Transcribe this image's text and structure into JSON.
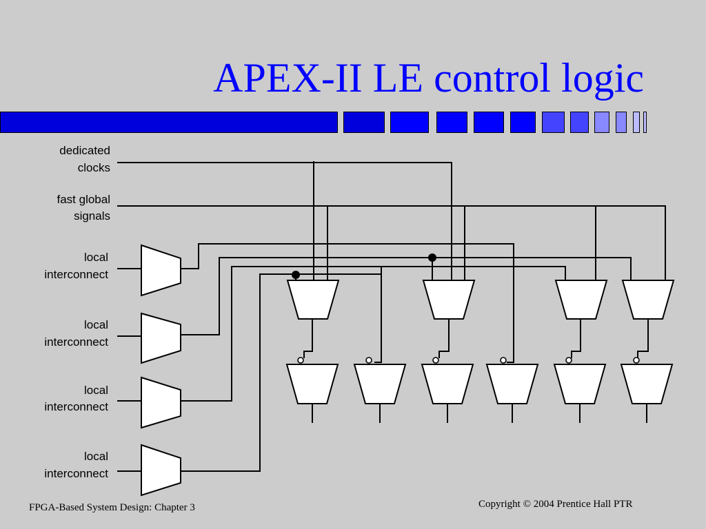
{
  "slide": {
    "title": "APEX-II LE control logic",
    "footer_left": "FPGA-Based System Design: Chapter 3",
    "footer_right": "Copyright © 2004 Prentice Hall PTR"
  },
  "colors": {
    "title": "#0000ff",
    "background": "#cccccc",
    "band_dark": "#0000dd",
    "band_mid": "#0000ff",
    "band_light": "#4444ff",
    "band_lighter": "#8888ff",
    "band_lightest": "#bbbbff"
  },
  "diagram": {
    "inputs": [
      {
        "line1": "dedicated",
        "line2": "clocks"
      },
      {
        "line1": "fast global",
        "line2": "signals"
      },
      {
        "line1": "local",
        "line2": "interconnect"
      },
      {
        "line1": "local",
        "line2": "interconnect"
      },
      {
        "line1": "local",
        "line2": "interconnect"
      },
      {
        "line1": "local",
        "line2": "interconnect"
      }
    ]
  }
}
